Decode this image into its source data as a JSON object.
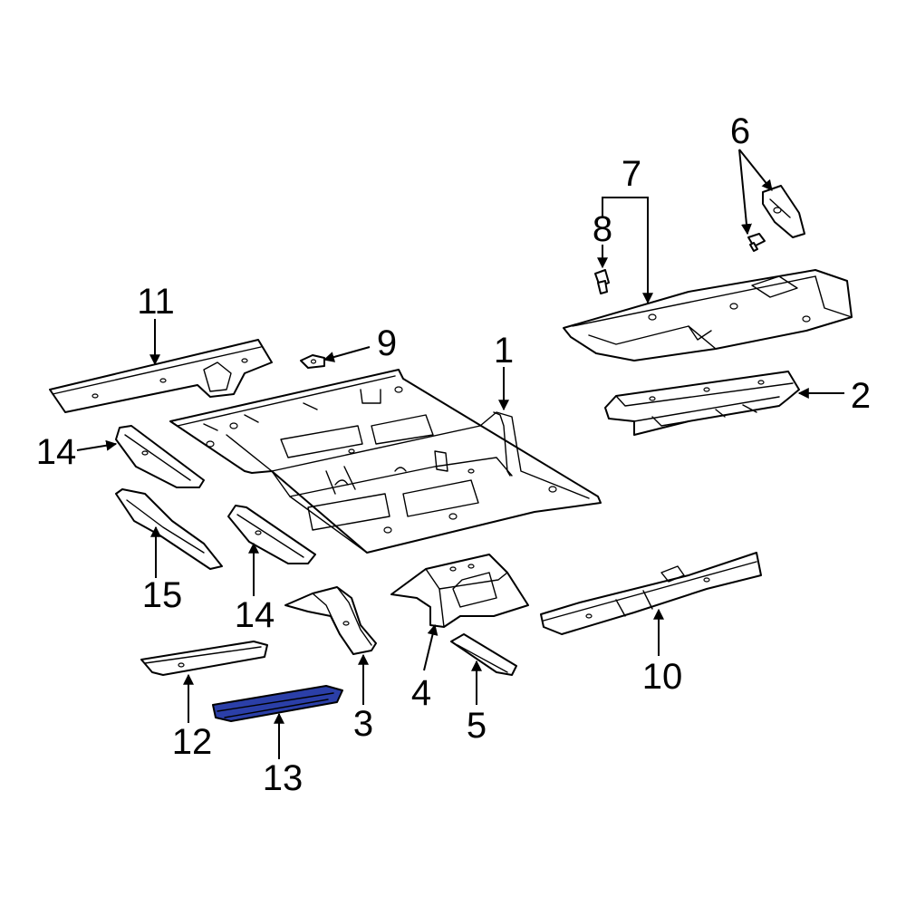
{
  "diagram": {
    "highlight_color": "#2b3fa8",
    "line_color": "#000000",
    "background": "#ffffff",
    "callouts": {
      "c1": "1",
      "c2": "2",
      "c3": "3",
      "c4": "4",
      "c5": "5",
      "c6": "6",
      "c7": "7",
      "c8": "8",
      "c9": "9",
      "c10": "10",
      "c11": "11",
      "c12": "12",
      "c13": "13",
      "c14a": "14",
      "c14b": "14",
      "c15": "15"
    },
    "highlighted_part": "13"
  }
}
